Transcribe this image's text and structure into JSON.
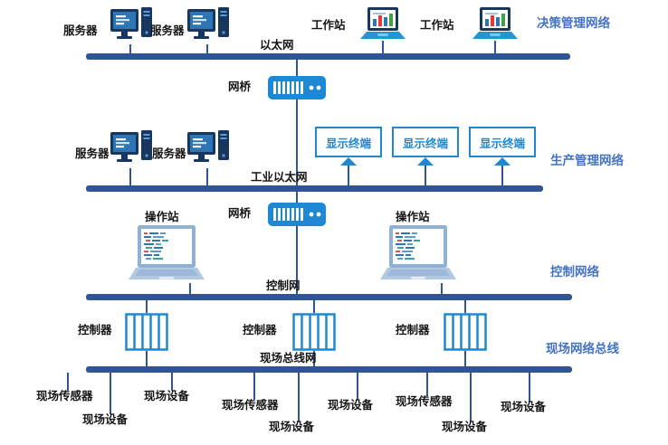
{
  "networks": {
    "decision": {
      "name": "决策管理网络",
      "bus": "以太网",
      "servers": [
        "服务器",
        "服务器"
      ],
      "workstations": [
        "工作站",
        "工作站"
      ]
    },
    "production": {
      "name": "生产管理网络",
      "bus": "工业以太网",
      "servers": [
        "服务器",
        "服务器"
      ],
      "terminals": [
        "显示终端",
        "显示终端",
        "显示终端"
      ]
    },
    "control": {
      "name": "控制网络",
      "bus": "控制网",
      "opstations": [
        "操作站",
        "操作站"
      ]
    },
    "field": {
      "name": "现场网络总线",
      "bus": "现场总线网",
      "controllers": [
        "控制器",
        "控制器",
        "控制器"
      ],
      "devices": [
        "现场传感器",
        "现场设备",
        "现场设备",
        "现场传感器",
        "现场设备",
        "现场设备",
        "现场传感器",
        "现场设备",
        "现场设备"
      ]
    }
  },
  "bridges": [
    "网桥",
    "网桥"
  ],
  "colors": {
    "bus": "#2f5597",
    "accent_blue": "#1e88d2",
    "network_label": "#4472c4",
    "dark_navy": "#17375e"
  }
}
